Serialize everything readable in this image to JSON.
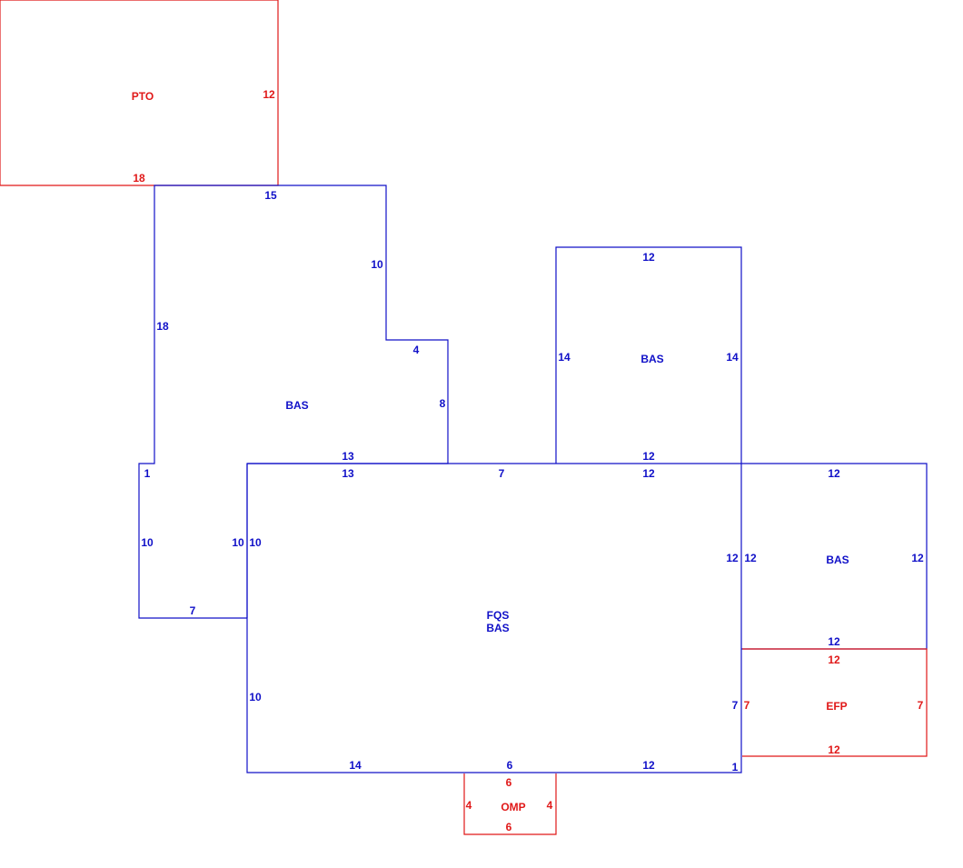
{
  "colors": {
    "living": "#1010c8",
    "other": "#e01818"
  },
  "areas": {
    "pto": {
      "label": "PTO",
      "dims": {
        "right": "12",
        "bottom": "18"
      }
    },
    "bas_upper_left": {
      "label": "BAS",
      "dims": {
        "top": "15",
        "step_right": "10",
        "step_top": "4",
        "step_right_lower": "8",
        "bottom": "13",
        "left": "18",
        "left_jog": "1",
        "left_lower": "10",
        "bottom_left": "7",
        "right_lower": "10"
      }
    },
    "bas_upper_right": {
      "label": "BAS",
      "dims": {
        "top": "12",
        "left": "14",
        "right": "14",
        "bottom": "12"
      }
    },
    "main": {
      "label_1": "FQS",
      "label_2": "BAS",
      "dims": {
        "top_1": "13",
        "top_2": "7",
        "top_3": "12",
        "left_upper": "10",
        "left_lower": "10",
        "right_upper": "12",
        "right_lower": "7",
        "right_jog": "1",
        "bottom_1": "14",
        "bottom_2": "6",
        "bottom_3": "12"
      }
    },
    "bas_right": {
      "label": "BAS",
      "dims": {
        "top": "12",
        "left": "12",
        "right": "12",
        "bottom": "12"
      }
    },
    "efp": {
      "label": "EFP",
      "dims": {
        "top": "12",
        "left": "7",
        "right": "7",
        "bottom": "12"
      }
    },
    "omp": {
      "label": "OMP",
      "dims": {
        "top": "6",
        "left": "4",
        "right": "4",
        "bottom": "6"
      }
    }
  }
}
